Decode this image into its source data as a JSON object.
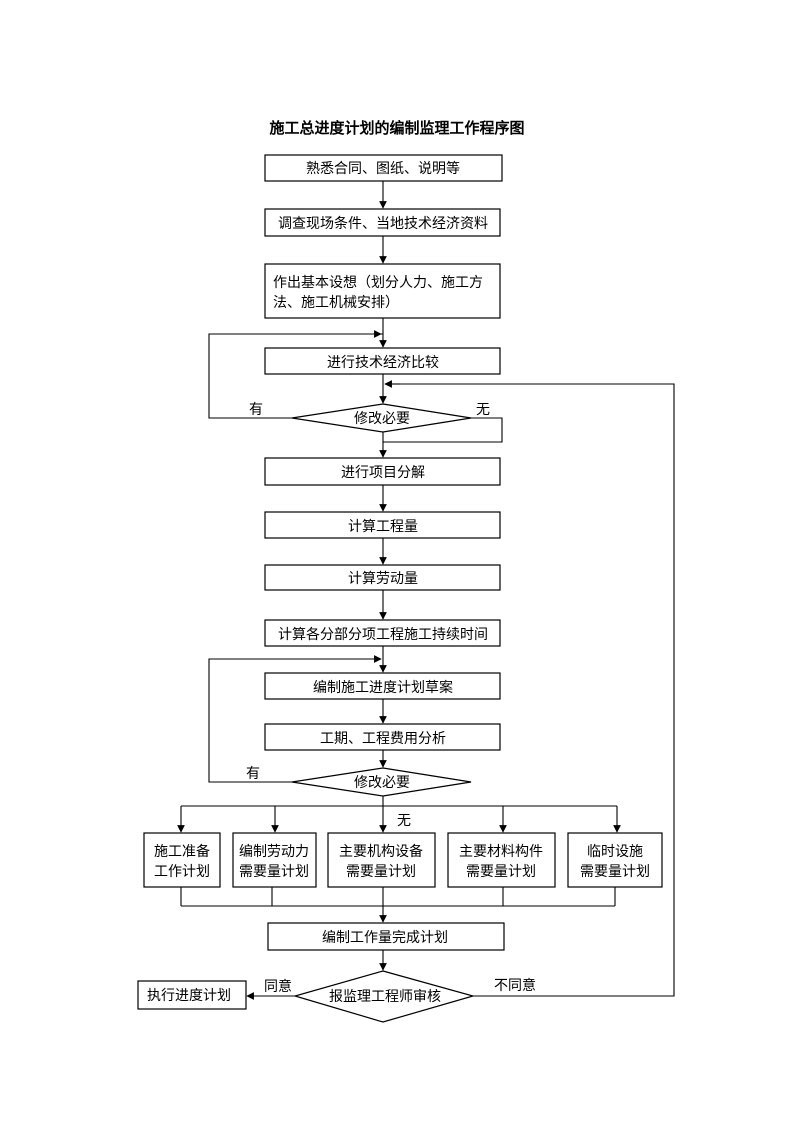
{
  "title": "施工总进度计划的编制监理工作程序图",
  "steps": {
    "s1": "熟悉合同、图纸、说明等",
    "s2": "调查现场条件、当地技术经济资料",
    "s3_line1": "作出基本设想（划分人力、施工方",
    "s3_line2": "法、施工机械安排）",
    "s4": "进行技术经济比较",
    "d1": "修改必要",
    "s5": "进行项目分解",
    "s6": "计算工程量",
    "s7": "计算劳动量",
    "s8": "计算各分部分项工程施工持续时间",
    "s9": "编制施工进度计划草案",
    "s10": "工期、工程费用分析",
    "d2": "修改必要",
    "s11": "编制工作量完成计划",
    "d3": "报监理工程师审核",
    "final": "执行进度计划"
  },
  "plans": [
    {
      "line1": "施工准备",
      "line2": "工作计划"
    },
    {
      "line1": "编制劳动力",
      "line2": "需要量计划"
    },
    {
      "line1": "主要机构设备",
      "line2": "需要量计划"
    },
    {
      "line1": "主要材料构件",
      "line2": "需要量计划"
    },
    {
      "line1": "临时设施",
      "line2": "需要量计划"
    }
  ],
  "labels": {
    "d1_yes": "有",
    "d1_no": "无",
    "d2_yes": "有",
    "d2_no": "无",
    "d3_yes": "同意",
    "d3_no": "不同意"
  }
}
